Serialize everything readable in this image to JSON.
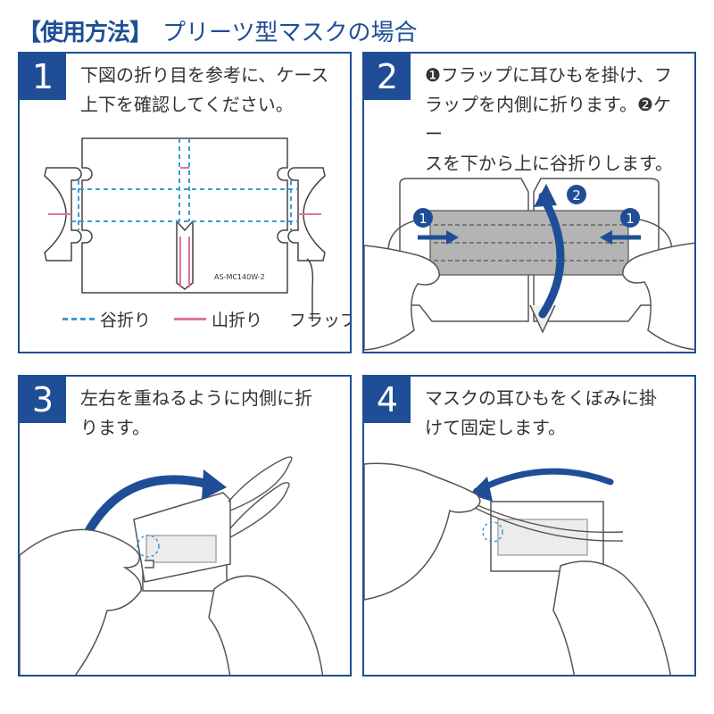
{
  "header": {
    "bracket_label": "【使用方法】",
    "title": "プリーツ型マスクの場合"
  },
  "panels": [
    {
      "number": "1",
      "text_lines": [
        "下図の折り目を参考に、ケース",
        "上下を確認してください。"
      ],
      "model_code": "AS-MC140W-2",
      "legend": {
        "valley_fold": "谷折り",
        "mountain_fold": "山折り",
        "flap": "フラップ"
      }
    },
    {
      "number": "2",
      "text_lines": [
        "❶フラップに耳ひもを掛け、フ",
        "ラップを内側に折ります。❷ケー",
        "スを下から上に谷折りします。"
      ],
      "marker_1": "1",
      "marker_2": "2"
    },
    {
      "number": "3",
      "text_lines": [
        "左右を重ねるように内側に折",
        "ります。"
      ]
    },
    {
      "number": "4",
      "text_lines": [
        "マスクの耳ひもをくぼみに掛",
        "けて固定します。"
      ]
    }
  ],
  "colors": {
    "brand_blue": "#1f4e96",
    "valley_fold": "#3a9bd8",
    "mountain_fold": "#e0739b",
    "mask_gray": "#b4b4b4"
  }
}
